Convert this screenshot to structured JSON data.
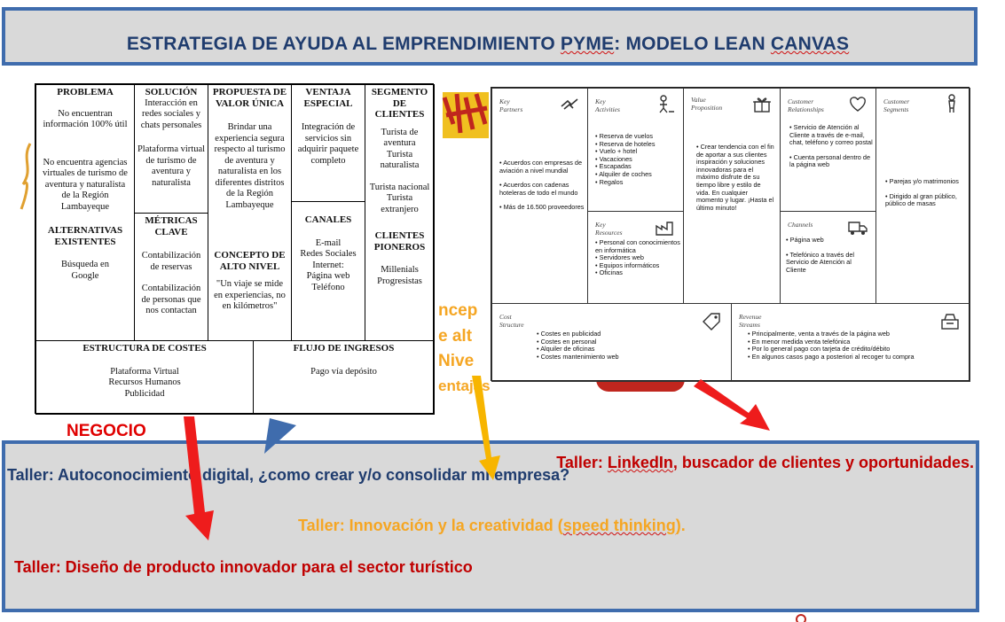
{
  "title": {
    "main": "ESTRATEGIA DE AYUDA AL EMPRENDIMIENTO ",
    "w1": "PYME",
    "mid": ": MODELO LEAN ",
    "w2": "CANVAS"
  },
  "lean_canvas": {
    "problema": {
      "heading": "PROBLEMA",
      "t1": "No encuentran información 100% útil",
      "t2": "No encuentra agencias virtuales de turismo de aventura y naturalista de la Región Lambayeque"
    },
    "alternativas": {
      "heading": "ALTERNATIVAS EXISTENTES",
      "text": "Búsqueda en Google"
    },
    "solucion": {
      "heading": "SOLUCIÓN",
      "t1": "Interacción en redes sociales y chats personales",
      "t2": "Plataforma virtual de turismo de aventura y naturalista"
    },
    "metricas": {
      "heading": "MÉTRICAS CLAVE",
      "t1": "Contabilización de reservas",
      "t2": "Contabilización de personas que nos contactan"
    },
    "propuesta": {
      "heading": "PROPUESTA DE VALOR ÚNICA",
      "text": "Brindar una experiencia segura respecto al turismo de aventura y naturalista en los diferentes distritos de la Región Lambayeque"
    },
    "concepto": {
      "heading": "CONCEPTO DE ALTO NIVEL",
      "text": "\"Un viaje se mide en experiencias, no en kilómetros\""
    },
    "ventaja": {
      "heading": "VENTAJA ESPECIAL",
      "text": "Integración de servicios sin adquirir paquete completo"
    },
    "canales": {
      "heading": "CANALES",
      "l1": "E-mail",
      "l2": "Redes Sociales",
      "l3": "Internet:",
      "l4": "Página web",
      "l5": "Teléfono"
    },
    "segmento": {
      "heading": "SEGMENTO DE CLIENTES",
      "l1": "Turista de aventura",
      "l2": "Turista naturalista",
      "l3": "Turista nacional",
      "l4": "Turista extranjero"
    },
    "pioneros": {
      "heading": "CLIENTES PIONEROS",
      "text": "Millenials Progresistas"
    },
    "costes": {
      "heading": "ESTRUCTURA DE COSTES",
      "l1": "Plataforma Virtual",
      "l2": "Recursos Humanos",
      "l3": "Publicidad"
    },
    "ingresos": {
      "heading": "FLUJO DE INGRESOS",
      "text": "Pago vía depósito"
    }
  },
  "ghost_text": {
    "l1": "ncep",
    "l2": "e alt",
    "l3": "Nive",
    "l4": "entajas"
  },
  "bmc": {
    "partners": {
      "t1": "Key",
      "t2": "Partners",
      "items": [
        "Acuerdos con empresas de aviación a nivel mundial",
        "Acuerdos con cadenas hoteleras de todo el mundo",
        "Más de 16.500 proveedores"
      ]
    },
    "activities": {
      "t1": "Key",
      "t2": "Activities",
      "items": [
        "Reserva de vuelos",
        "Reserva de hoteles",
        "Vuelo + hotel",
        "Vacaciones",
        "Escapadas",
        "Alquiler de coches",
        "Regalos"
      ]
    },
    "resources": {
      "t1": "Key",
      "t2": "Resources",
      "items": [
        "Personal con conocimientos en informática",
        "Servidores web",
        "Equipos informáticos",
        "Oficinas"
      ]
    },
    "value": {
      "t1": "Value",
      "t2": "Proposition",
      "items": [
        "Crear tendencia con el fin de aportar a sus clientes inspiración y soluciones innovadoras para el máximo disfrute de su tiempo libre y estilo de vida. En cualquier momento y lugar. ¡Hasta el último minuto!"
      ]
    },
    "relationships": {
      "t1": "Customer",
      "t2": "Relationships",
      "items": [
        "Servicio de Atención al Cliente a través de e-mail, chat, teléfono y correo postal",
        "Cuenta personal dentro de la página web"
      ]
    },
    "channels": {
      "t1": "Channels",
      "items": [
        "Página web",
        "Telefónico a través del Servicio de Atención al Cliente"
      ]
    },
    "segments": {
      "t1": "Customer",
      "t2": "Segments",
      "items": [
        "Parejas y/o matrimonios",
        "Dirigido al gran público, público de masas"
      ]
    },
    "cost": {
      "t1": "Cost",
      "t2": "Structure",
      "items": [
        "Costes en publicidad",
        "Costes en personal",
        "Alquiler de oficinas",
        "Costes mantenimiento web"
      ]
    },
    "revenue": {
      "t1": "Revenue",
      "t2": "Streams",
      "items": [
        "Principalmente, venta a través de la página web",
        "En menor medida venta telefónica",
        "Por lo general pago con tarjeta de crédito/débito",
        "En algunos casos pago a posteriori al recoger tu compra"
      ]
    }
  },
  "labels": {
    "negocio": "NEGOCIO"
  },
  "workshops": {
    "w1": "Taller: Autoconocimiento digital, ¿como crear y/o consolidar mi empresa?",
    "w2a": "Taller: ",
    "w2b": "LinkedIn",
    "w2c": ", buscador de clientes y oportunidades.",
    "w3a": "Taller: Innovación y la creatividad (",
    "w3b": "speed thinking",
    "w3c": ").",
    "w4": "Taller: Diseño de producto innovador para el sector turístico"
  },
  "colors": {
    "banner_border": "#3f6cad",
    "banner_bg": "#d9d9d9",
    "title_text": "#1f3c6e",
    "red_text": "#c00000",
    "blue_text": "#1f3c6e",
    "orange_text": "#f5a623",
    "arrow_red": "#ee1c1c",
    "arrow_orange": "#f7b500",
    "arrow_blue": "#3f6cad"
  }
}
